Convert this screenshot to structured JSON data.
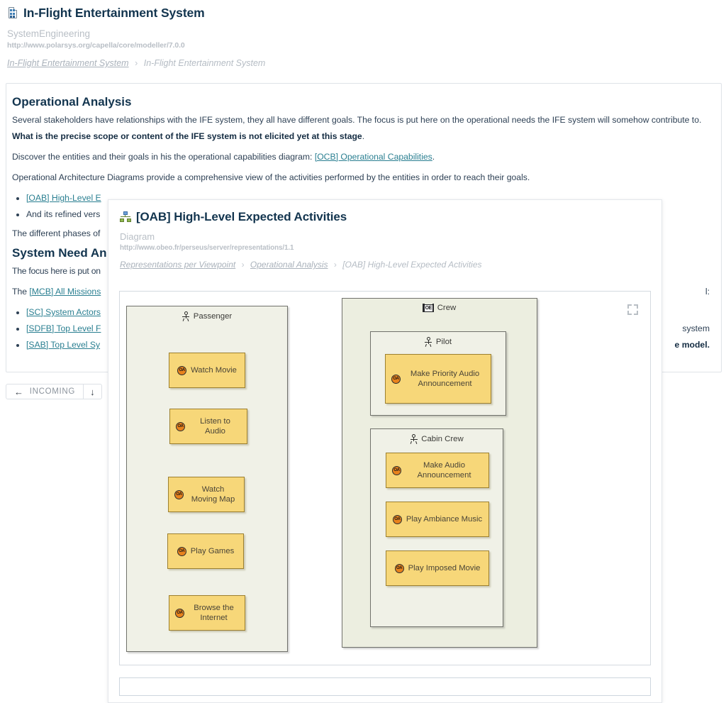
{
  "header": {
    "icon": "model-icon",
    "title": "In-Flight Entertainment System",
    "type_label": "SystemEngineering",
    "nsuri": "http://www.polarsys.org/capella/core/modeller/7.0.0",
    "breadcrumb": [
      {
        "label": "In-Flight Entertainment System",
        "link": true
      },
      {
        "label": "In-Flight Entertainment System",
        "link": false
      }
    ],
    "breadcrumb_separator": "›"
  },
  "content": {
    "heading_oa": "Operational Analysis",
    "para1_a": "Several stakeholders have relationships with the IFE system, they all have different goals. The focus is put here on the operational needs the IFE system will somehow contribute to. ",
    "para1_bold": "What is the precise scope or content of the IFE system is not elicited yet at this stage",
    "para1_end": ".",
    "para2_a": "Discover the entities and their goals in his the operational capabilities diagram: ",
    "para2_link": "[OCB] Operational Capabilities",
    "para2_end": ".",
    "para3": "Operational Architecture Diagrams provide a comprehensive view of the activities performed by the entities in order to reach their goals.",
    "bullets_oa": [
      {
        "link": "[OAB] High-Level E",
        "rest": ""
      },
      {
        "link": "",
        "rest": "And its refined vers"
      }
    ],
    "para4": "The different phases of",
    "heading_sna": "System Need An",
    "para5": "The focus here is put on",
    "para6_a": "The ",
    "para6_link": "[MCB] All Missions",
    "para6_end": "l:",
    "bullets_sna": [
      {
        "link": "[SC] System Actors",
        "rest": ""
      },
      {
        "link": "[SDFB] Top Level F",
        "rest": "system"
      },
      {
        "link": "[SAB] Top Level Sy",
        "rest": "e model."
      }
    ]
  },
  "incoming": {
    "back_arrow": "←",
    "label": "INCOMING",
    "down_arrow": "↓"
  },
  "popup": {
    "icon": "diagram-icon",
    "title": "[OAB] High-Level Expected Activities",
    "type_label": "Diagram",
    "nsuri": "http://www.obeo.fr/perseus/server/representations/1.1",
    "breadcrumb": [
      {
        "label": "Representations per Viewpoint",
        "link": true
      },
      {
        "label": "Operational Analysis",
        "link": true
      },
      {
        "label": "[OAB] High-Level Expected Activities",
        "link": false
      }
    ],
    "breadcrumb_separator": "›",
    "fullscreen_icon": "fullscreen-icon"
  },
  "diagram": {
    "activity_icon_text": "OA",
    "entity_icon_text": "OE",
    "entities": [
      {
        "name": "Passenger",
        "icon": "actor-icon",
        "activities": [
          {
            "label": "Watch Movie"
          },
          {
            "label": "Listen to Audio"
          },
          {
            "label": "Watch Moving Map"
          },
          {
            "label": "Play Games"
          },
          {
            "label": "Browse the Internet"
          }
        ]
      },
      {
        "name": "Crew",
        "icon": "operational-entity-icon",
        "children": [
          {
            "name": "Pilot",
            "icon": "actor-icon",
            "activities": [
              {
                "label": "Make Priority Audio Announcement"
              }
            ]
          },
          {
            "name": "Cabin Crew",
            "icon": "actor-icon",
            "activities": [
              {
                "label": "Make Audio Announcement"
              },
              {
                "label": "Play Ambiance Music"
              },
              {
                "label": "Play Imposed Movie"
              }
            ]
          }
        ]
      }
    ]
  },
  "bottom_field": {
    "value": "",
    "placeholder": ""
  },
  "colors": {
    "title": "#13354f",
    "link": "#2a7f91",
    "muted": "#b9bfc6",
    "activity_fill": "#f7d779",
    "activity_border": "#9c8030",
    "entity_fill": "#eceee0",
    "entity_border": "#70716b",
    "page_bg": "#ffffff"
  }
}
